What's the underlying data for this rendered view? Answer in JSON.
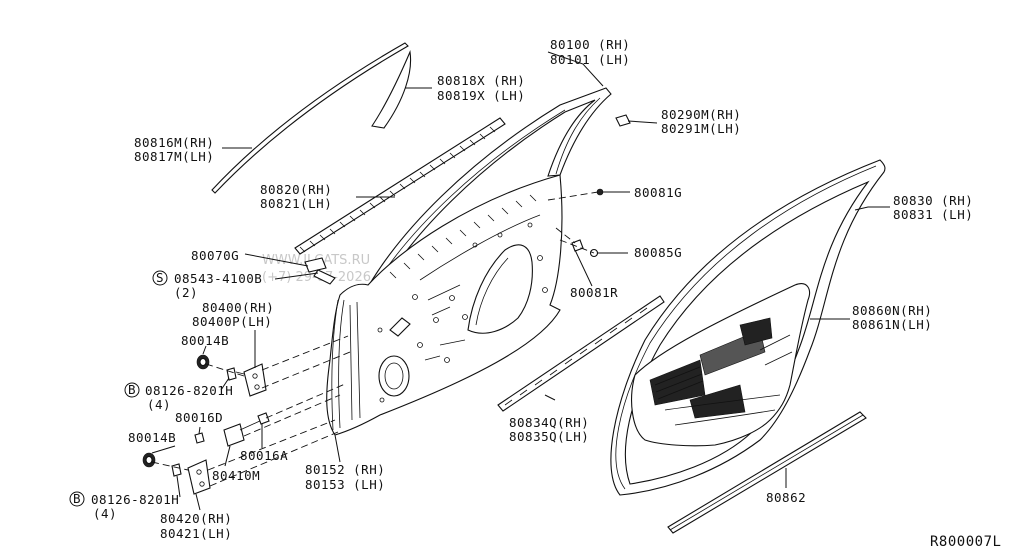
{
  "labels": {
    "l_80100": "80100 (RH)",
    "l_80101": "80101 (LH)",
    "l_80818x": "80818X (RH)",
    "l_80819x": "80819X (LH)",
    "l_80290m": "80290M(RH)",
    "l_80291m": "80291M(LH)",
    "l_80816m": "80816M(RH)",
    "l_80817m": "80817M(LH)",
    "l_80820": "80820(RH)",
    "l_80821": "80821(LH)",
    "l_80081g": "80081G",
    "l_80830": "80830 (RH)",
    "l_80831": "80831 (LH)",
    "l_80070g": "80070G",
    "l_08543": "08543-4100B",
    "l_08543_qty": "(2)",
    "l_80085g": "80085G",
    "l_80081r": "80081R",
    "l_80400r": "80400(RH)",
    "l_80400p": "80400P(LH)",
    "l_80860n": "80860N(RH)",
    "l_80861n": "80861N(LH)",
    "l_80014b_top": "80014B",
    "l_08126_top": "08126-8201H",
    "l_08126_top_qty": "(4)",
    "l_80016d": "80016D",
    "l_80014b_bot": "80014B",
    "l_80016a": "80016A",
    "l_80834q": "80834Q(RH)",
    "l_80835q": "80835Q(LH)",
    "l_80410m": "80410M",
    "l_80152": "80152 (RH)",
    "l_80153": "80153 (LH)",
    "l_80862": "80862",
    "l_08126_bot": "08126-8201H",
    "l_08126_bot_qty": "(4)",
    "l_80420": "80420(RH)",
    "l_80421": "80421(LH)",
    "diagram_code": "R800007L"
  },
  "symbols": {
    "s_marker": "S",
    "b_marker_top": "B",
    "b_marker_bot": "B"
  },
  "watermark": {
    "line1": "WWW.ILCATS.RU",
    "line2": "(+7) 29-07-2026"
  }
}
